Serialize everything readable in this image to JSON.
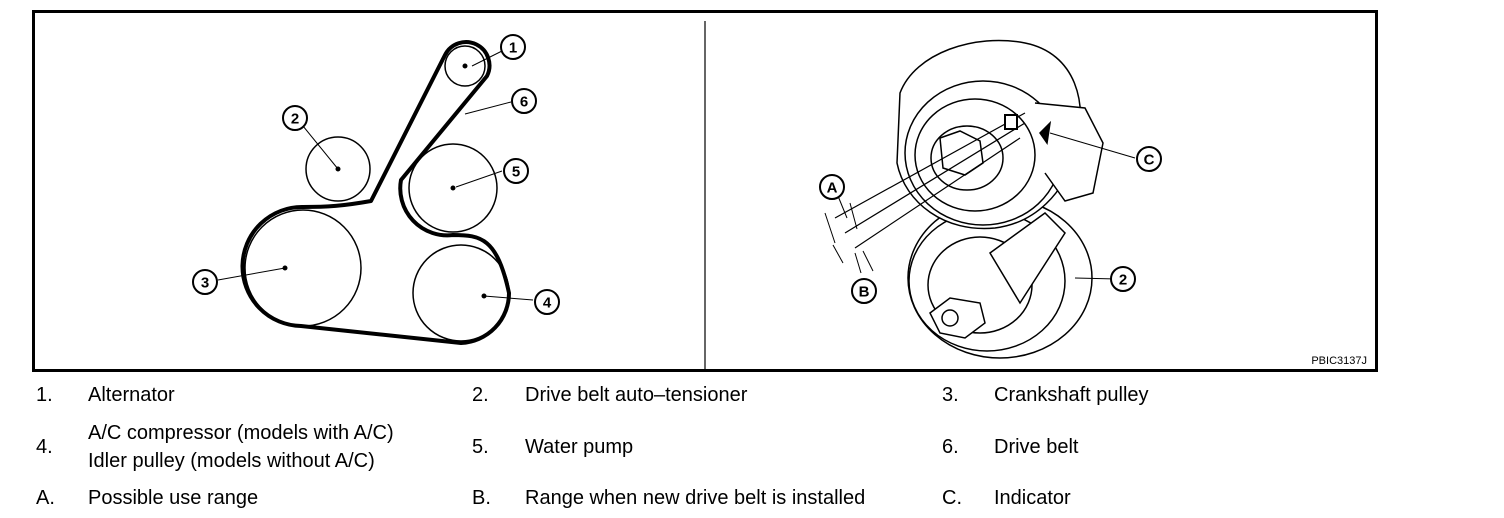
{
  "figure": {
    "code": "PBIC3137J",
    "callouts_left": [
      "1",
      "2",
      "3",
      "4",
      "5",
      "6"
    ],
    "callouts_right": [
      "A",
      "B",
      "C",
      "2"
    ]
  },
  "legend": {
    "items": [
      {
        "key": "1.",
        "lines": [
          "Alternator"
        ]
      },
      {
        "key": "2.",
        "lines": [
          "Drive belt auto–tensioner"
        ]
      },
      {
        "key": "3.",
        "lines": [
          "Crankshaft pulley"
        ]
      },
      {
        "key": "4.",
        "lines": [
          "A/C compressor (models with A/C)",
          "Idler pulley (models without A/C)"
        ]
      },
      {
        "key": "5.",
        "lines": [
          "Water pump"
        ]
      },
      {
        "key": "6.",
        "lines": [
          "Drive belt"
        ]
      },
      {
        "key": "A.",
        "lines": [
          "Possible use range"
        ]
      },
      {
        "key": "B.",
        "lines": [
          "Range when new drive belt is installed"
        ]
      },
      {
        "key": "C.",
        "lines": [
          "Indicator"
        ]
      }
    ]
  }
}
